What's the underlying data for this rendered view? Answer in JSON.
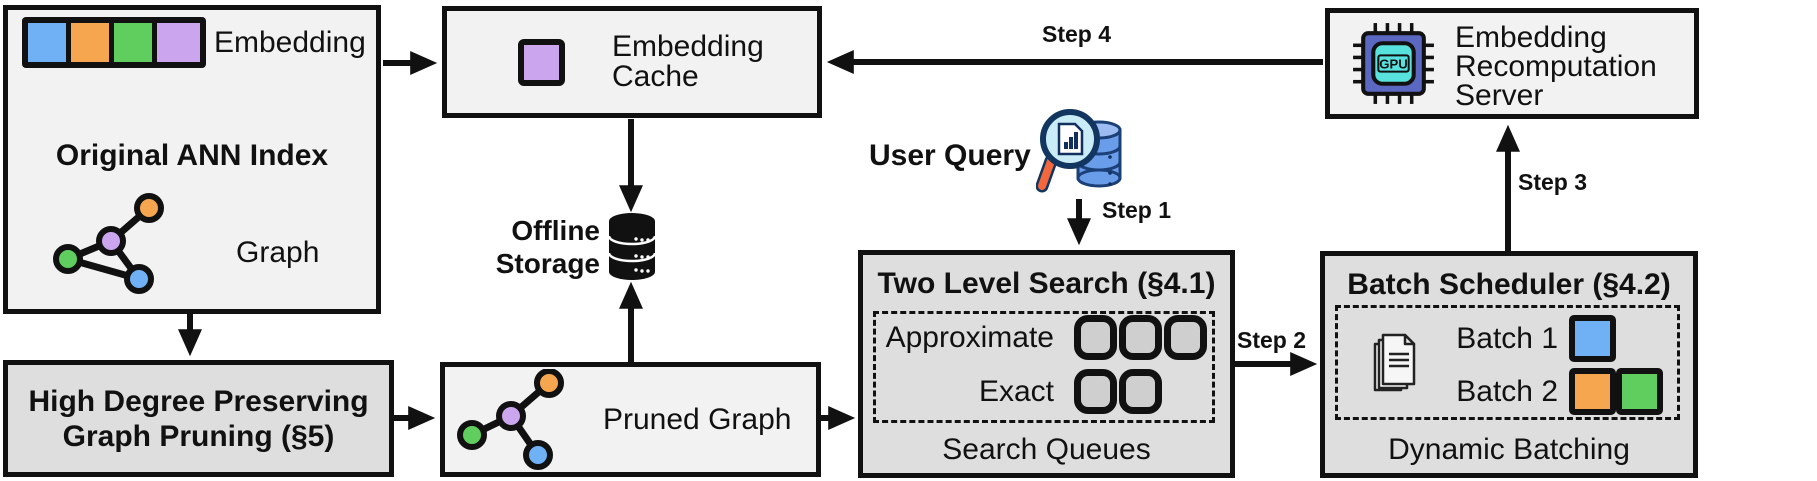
{
  "colors": {
    "blue": "#6FB1F4",
    "orange": "#F6A64F",
    "green": "#5FCE5F",
    "purple": "#CBA6EF"
  },
  "icons": {
    "embedding_vector": "row-of-4-color-chips",
    "graph": "node-link-graph",
    "cached_embedding": "purple-chip",
    "offline_storage": "database-cylinder",
    "user_query": "magnifier-over-database",
    "documents": "stacked-documents",
    "gpu_chip": "gpu-processor-chip",
    "batch1": "blue-chip",
    "batch2": "orange-and-green-chips",
    "search_queues": "rounded-queue-slots"
  },
  "ann_index": {
    "title": "Original ANN Index",
    "embedding_label": "Embedding",
    "graph_label": "Graph"
  },
  "embedding_cache": {
    "label": "Embedding\nCache"
  },
  "offline_storage": {
    "label": "Offline\nStorage"
  },
  "user_query": {
    "label": "User Query"
  },
  "steps": {
    "step1": "Step 1",
    "step2": "Step 2",
    "step3": "Step 3",
    "step4": "Step 4"
  },
  "two_level_search": {
    "title": "Two Level Search (§4.1)",
    "approximate_label": "Approximate",
    "exact_label": "Exact",
    "footer": "Search Queues"
  },
  "batch_scheduler": {
    "title": "Batch Scheduler (§4.2)",
    "batch1_label": "Batch 1",
    "batch2_label": "Batch 2",
    "footer": "Dynamic Batching"
  },
  "recompute_server": {
    "label": "Embedding\nRecomputation\nServer",
    "chip_label": "GPU"
  },
  "graph_pruning": {
    "title": "High Degree Preserving\nGraph Pruning (§5)"
  },
  "pruned_graph": {
    "label": "Pruned Graph"
  }
}
